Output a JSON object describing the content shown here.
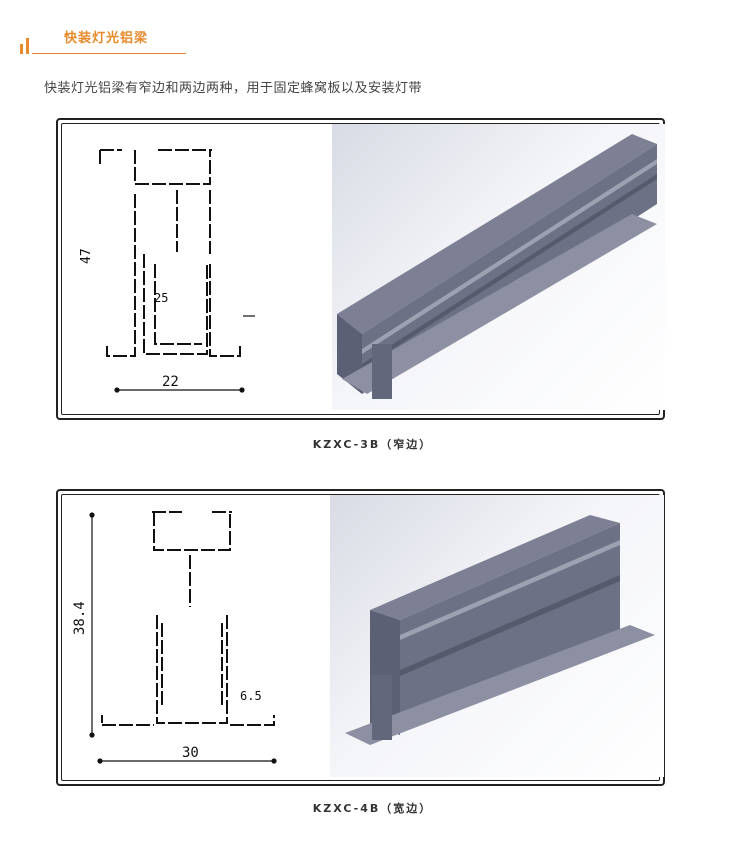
{
  "header": {
    "title": "快装灯光铝梁",
    "accent_color": "#e8892a"
  },
  "intro": {
    "text": "快装灯光铝梁有窄边和两边两种，用于固定蜂窝板以及安装灯带"
  },
  "figures": [
    {
      "caption": "KZXC-3B（窄边）",
      "drawing": {
        "width_label": "22",
        "height_label": "47",
        "inner_label": "25"
      }
    },
    {
      "caption": "KZXC-4B（宽边）",
      "drawing": {
        "width_label": "30",
        "height_label": "38.4",
        "inner_label": "6.5"
      }
    }
  ]
}
